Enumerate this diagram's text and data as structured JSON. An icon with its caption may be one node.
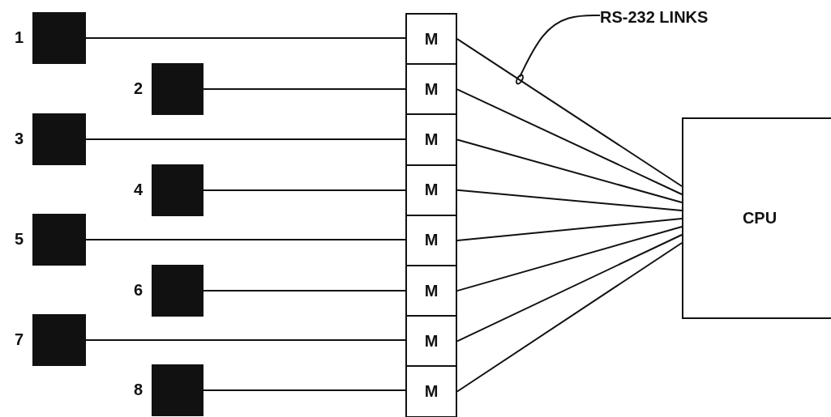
{
  "diagram": {
    "nodes": [
      {
        "text": [],
        "shape": "box",
        "beside": [
          "1"
        ]
      },
      {
        "text": [],
        "shape": "box",
        "beside": [
          "2"
        ]
      },
      {
        "text": [],
        "shape": "box",
        "beside": [
          "3"
        ]
      },
      {
        "text": [],
        "shape": "box",
        "beside": [
          "4"
        ]
      },
      {
        "text": [],
        "shape": "box",
        "beside": [
          "5"
        ]
      },
      {
        "text": [],
        "shape": "box",
        "beside": [
          "6"
        ]
      },
      {
        "text": [],
        "shape": "box",
        "beside": [
          "7"
        ]
      },
      {
        "text": [],
        "shape": "box",
        "beside": [
          "8"
        ]
      },
      {
        "text": [
          "M"
        ]
      },
      {
        "text": [
          "M"
        ]
      },
      {
        "text": [
          "M"
        ]
      },
      {
        "text": [
          "M"
        ]
      },
      {
        "text": [
          "M"
        ]
      },
      {
        "text": [
          "M"
        ]
      },
      {
        "text": [
          "M"
        ]
      },
      {
        "text": [
          "M"
        ]
      },
      {
        "text": [
          "CPU"
        ]
      },
      {
        "text": [
          "RS-232 LINKS"
        ]
      }
    ],
    "edges": [
      {
        "from": 0,
        "to": 8,
        "arrow": "none"
      },
      {
        "from": 1,
        "to": 9,
        "arrow": "none"
      },
      {
        "from": 2,
        "to": 10,
        "arrow": "none"
      },
      {
        "from": 3,
        "to": 11,
        "arrow": "none"
      },
      {
        "from": 4,
        "to": 12,
        "arrow": "none"
      },
      {
        "from": 5,
        "to": 13,
        "arrow": "none"
      },
      {
        "from": 6,
        "to": 14,
        "arrow": "none"
      },
      {
        "from": 7,
        "to": 15,
        "arrow": "none"
      },
      {
        "from": 8,
        "to": 16,
        "arrow": "none"
      },
      {
        "from": 9,
        "to": 16,
        "arrow": "none"
      },
      {
        "from": 10,
        "to": 16,
        "arrow": "none"
      },
      {
        "from": 11,
        "to": 16,
        "arrow": "none"
      },
      {
        "from": 12,
        "to": 16,
        "arrow": "none"
      },
      {
        "from": 13,
        "to": 16,
        "arrow": "none"
      },
      {
        "from": 14,
        "to": 16,
        "arrow": "none"
      },
      {
        "from": 15,
        "to": 16,
        "arrow": "none"
      },
      {
        "from": 17,
        "to": null,
        "arrow": "other"
      }
    ]
  }
}
